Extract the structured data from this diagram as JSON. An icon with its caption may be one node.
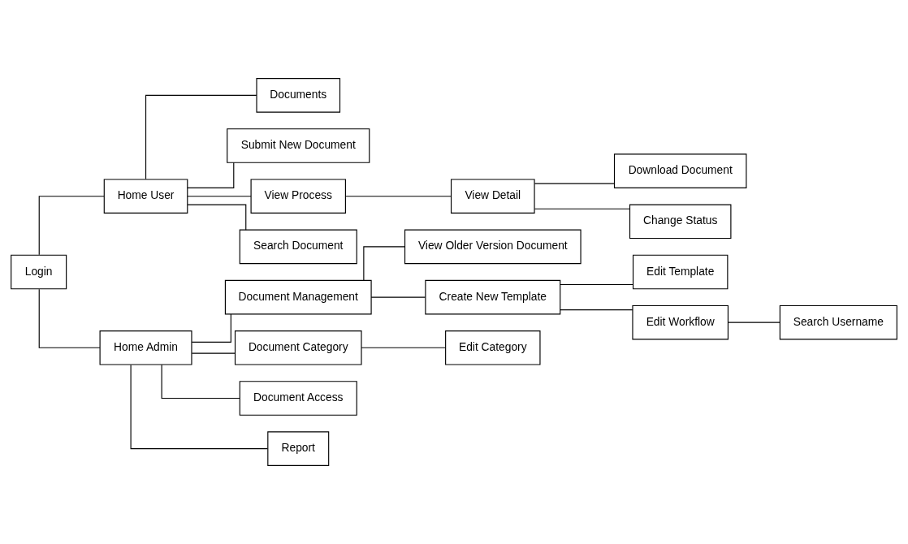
{
  "diagram": {
    "nodes": [
      {
        "text": [
          "Login"
        ]
      },
      {
        "text": [
          "Home User"
        ]
      },
      {
        "text": [
          "Documents"
        ]
      },
      {
        "text": [
          "Submit New Document"
        ]
      },
      {
        "text": [
          "View Process"
        ]
      },
      {
        "text": [
          "View Detail"
        ]
      },
      {
        "text": [
          "Download Document"
        ]
      },
      {
        "text": [
          "Change Status"
        ]
      },
      {
        "text": [
          "Search Document"
        ]
      },
      {
        "text": [
          "Home Admin"
        ]
      },
      {
        "text": [
          "Document Management"
        ]
      },
      {
        "text": [
          "View Older Version Document"
        ]
      },
      {
        "text": [
          "Create New Template"
        ]
      },
      {
        "text": [
          "Edit Template"
        ]
      },
      {
        "text": [
          "Edit Workflow"
        ]
      },
      {
        "text": [
          "Search Username"
        ]
      },
      {
        "text": [
          "Document Category"
        ]
      },
      {
        "text": [
          "Edit Category"
        ]
      },
      {
        "text": [
          "Document Access"
        ]
      },
      {
        "text": [
          "Report"
        ]
      }
    ],
    "edges": [
      {
        "from": 0,
        "to": 1,
        "arrow": "none"
      },
      {
        "from": 0,
        "to": 9,
        "arrow": "none"
      },
      {
        "from": 1,
        "to": 2,
        "arrow": "none"
      },
      {
        "from": 1,
        "to": 3,
        "arrow": "none"
      },
      {
        "from": 1,
        "to": 4,
        "arrow": "none"
      },
      {
        "from": 1,
        "to": 8,
        "arrow": "none"
      },
      {
        "from": 4,
        "to": 5,
        "arrow": "none"
      },
      {
        "from": 5,
        "to": 6,
        "arrow": "none"
      },
      {
        "from": 5,
        "to": 7,
        "arrow": "none"
      },
      {
        "from": 9,
        "to": 10,
        "arrow": "none"
      },
      {
        "from": 9,
        "to": 16,
        "arrow": "none"
      },
      {
        "from": 9,
        "to": 18,
        "arrow": "none"
      },
      {
        "from": 9,
        "to": 19,
        "arrow": "none"
      },
      {
        "from": 10,
        "to": 11,
        "arrow": "none"
      },
      {
        "from": 10,
        "to": 12,
        "arrow": "none"
      },
      {
        "from": 12,
        "to": 13,
        "arrow": "none"
      },
      {
        "from": 12,
        "to": 14,
        "arrow": "none"
      },
      {
        "from": 14,
        "to": 15,
        "arrow": "none"
      },
      {
        "from": 16,
        "to": 17,
        "arrow": "none"
      }
    ]
  }
}
